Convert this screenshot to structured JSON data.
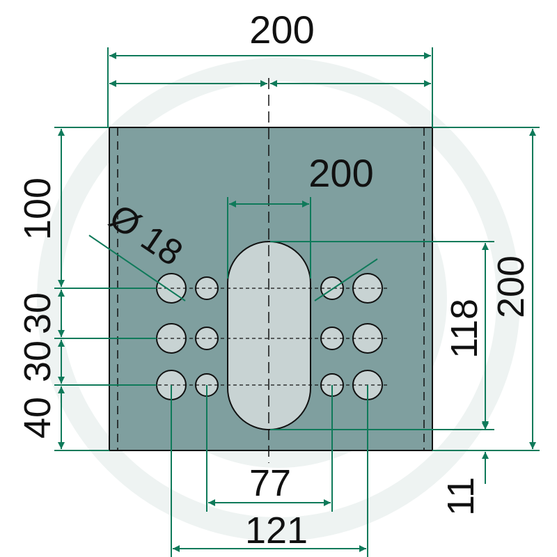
{
  "colors": {
    "plate": "#7f9f9f",
    "slot": "#c8d3d3",
    "dimension_line": "#0f7a5a",
    "outline": "#111111",
    "watermark": "#eef3f2"
  },
  "dimensions": {
    "overall_width": "200",
    "overall_height": "200",
    "slot_width": "200",
    "top_to_first_row": "100",
    "row_spacing_1": "30",
    "row_spacing_2": "30",
    "last_row_to_bottom": "40",
    "hole_diameter": "Ø 18",
    "slot_length": "118",
    "slot_bottom_offset": "11",
    "inner_hole_spacing": "77",
    "outer_hole_spacing": "121"
  }
}
